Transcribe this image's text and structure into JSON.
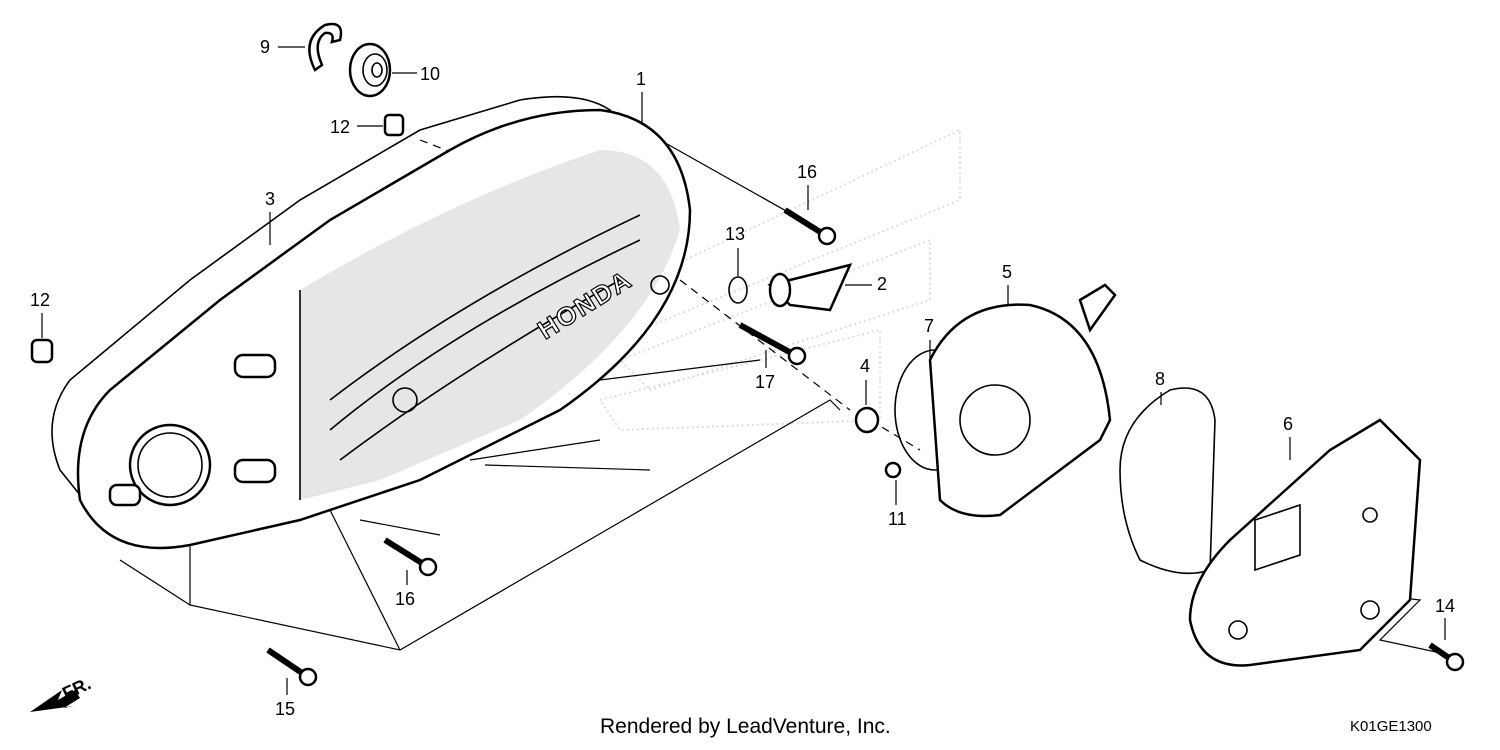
{
  "diagram": {
    "callouts": [
      {
        "id": "c1",
        "label": "1"
      },
      {
        "id": "c2",
        "label": "2"
      },
      {
        "id": "c3",
        "label": "3"
      },
      {
        "id": "c4",
        "label": "4"
      },
      {
        "id": "c5",
        "label": "5"
      },
      {
        "id": "c6",
        "label": "6"
      },
      {
        "id": "c7",
        "label": "7"
      },
      {
        "id": "c8",
        "label": "8"
      },
      {
        "id": "c9",
        "label": "9"
      },
      {
        "id": "c10",
        "label": "10"
      },
      {
        "id": "c11",
        "label": "11"
      },
      {
        "id": "c12a",
        "label": "12"
      },
      {
        "id": "c12b",
        "label": "12"
      },
      {
        "id": "c13",
        "label": "13"
      },
      {
        "id": "c14",
        "label": "14"
      },
      {
        "id": "c15",
        "label": "15"
      },
      {
        "id": "c16a",
        "label": "16"
      },
      {
        "id": "c16b",
        "label": "16"
      },
      {
        "id": "c17",
        "label": "17"
      }
    ],
    "cover_brand": "HONDA",
    "front_marker": "FR.",
    "footer": "Rendered by LeadVenture, Inc.",
    "diagram_code": "K01GE1300"
  }
}
